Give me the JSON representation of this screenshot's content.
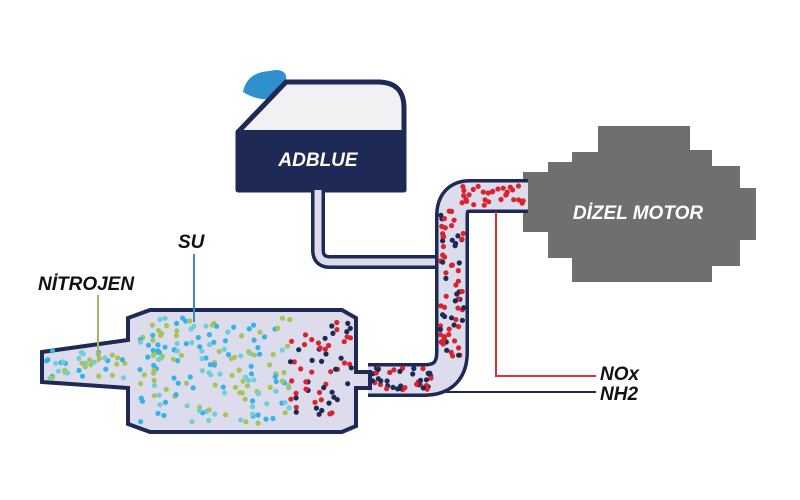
{
  "labels": {
    "tank": "ADBLUE",
    "engine": "DİZEL MOTOR",
    "nitrogen": "NİTROJEN",
    "water": "SU",
    "nox": "NOx",
    "nh2": "NH2"
  },
  "colors": {
    "navy": "#1e2a55",
    "tank_cap": "#2f8fcf",
    "tank_body": "#f1f1f3",
    "pipe_fill": "#dcdcec",
    "engine": "#6f6f6f",
    "nox_line": "#e0322f",
    "leader_line": "#1e2a55",
    "label_text": "#111111",
    "particle_red": "#d9232e",
    "particle_dark": "#1e2a55",
    "particle_green": "#a8c35a",
    "particle_blue": "#36b3e6",
    "particle_teal": "#6fcfd9"
  }
}
